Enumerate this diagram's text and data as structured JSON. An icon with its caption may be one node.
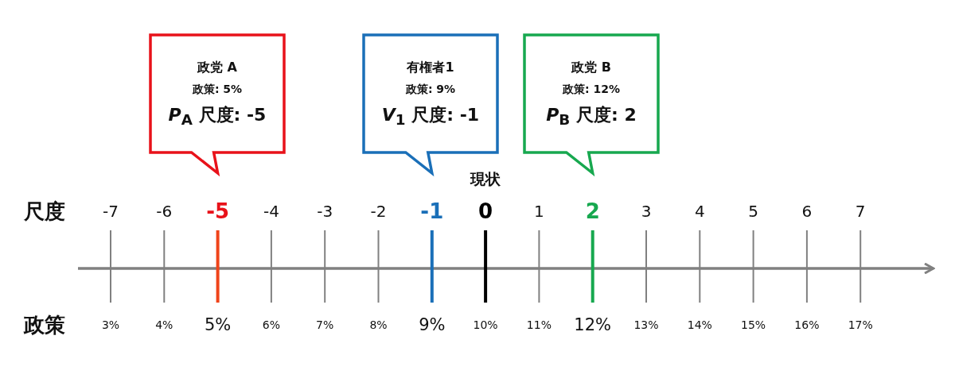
{
  "diagram": {
    "nodes": [
      {
        "text": [
          "政党 A",
          "政策: 5%",
          "*P*$_{A}$ 尺度: -5"
        ]
      },
      {
        "text": [
          "有権者1",
          "政策: 9%",
          "*V*$_{1}$ 尺度: -1"
        ]
      },
      {
        "text": [
          "政党 B",
          "政策: 12%",
          "*P*$_{B}$ 尺度: 2"
        ]
      }
    ],
    "labels": [
      "現状",
      "尺度",
      "-7",
      "-6",
      "-5",
      "-4",
      "-3",
      "-2",
      "-1",
      "0",
      "1",
      "2",
      "3",
      "4",
      "5",
      "6",
      "7",
      "政策",
      "3%",
      "4%",
      "5%",
      "6%",
      "7%",
      "8%",
      "9%",
      "10%",
      "11%",
      "12%",
      "13%",
      "14%",
      "15%",
      "16%",
      "17%"
    ]
  }
}
